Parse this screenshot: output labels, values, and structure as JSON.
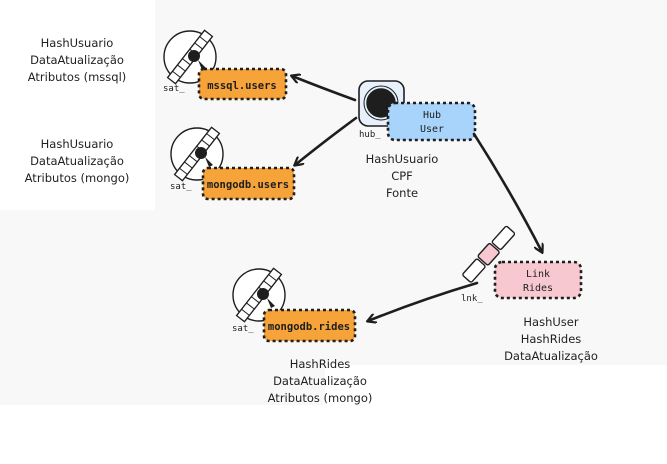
{
  "nodes": {
    "hub": {
      "tag": "hub_",
      "label_line1": "Hub",
      "label_line2": "User",
      "fields": [
        "HashUsuario",
        "CPF",
        "Fonte"
      ]
    },
    "sat_mssql": {
      "tag": "sat_",
      "label": "mssql.users",
      "fields": [
        "HashUsuario",
        "DataAtualização",
        "Atributos (mssql)"
      ]
    },
    "sat_mongo_users": {
      "tag": "sat_",
      "label": "mongodb.users",
      "fields": [
        "HashUsuario",
        "DataAtualização",
        "Atributos (mongo)"
      ]
    },
    "link": {
      "tag": "lnk_",
      "label_line1": "Link",
      "label_line2": "Rides",
      "fields": [
        "HashUser",
        "HashRides",
        "DataAtualização"
      ]
    },
    "sat_mongo_rides": {
      "tag": "sat_",
      "label": "mongodb.rides",
      "fields": [
        "HashRides",
        "DataAtualização",
        "Atributos (mongo)"
      ]
    }
  },
  "colors": {
    "satellite_fill": "#f6a33a",
    "hub_fill": "#a8d4fb",
    "link_fill": "#f8c8d0",
    "panel_fill": "#f8f8f8",
    "stroke": "#1e1e1e"
  },
  "icons": [
    "satellite-icon",
    "hub-icon",
    "link-icon",
    "arrow-icon"
  ]
}
